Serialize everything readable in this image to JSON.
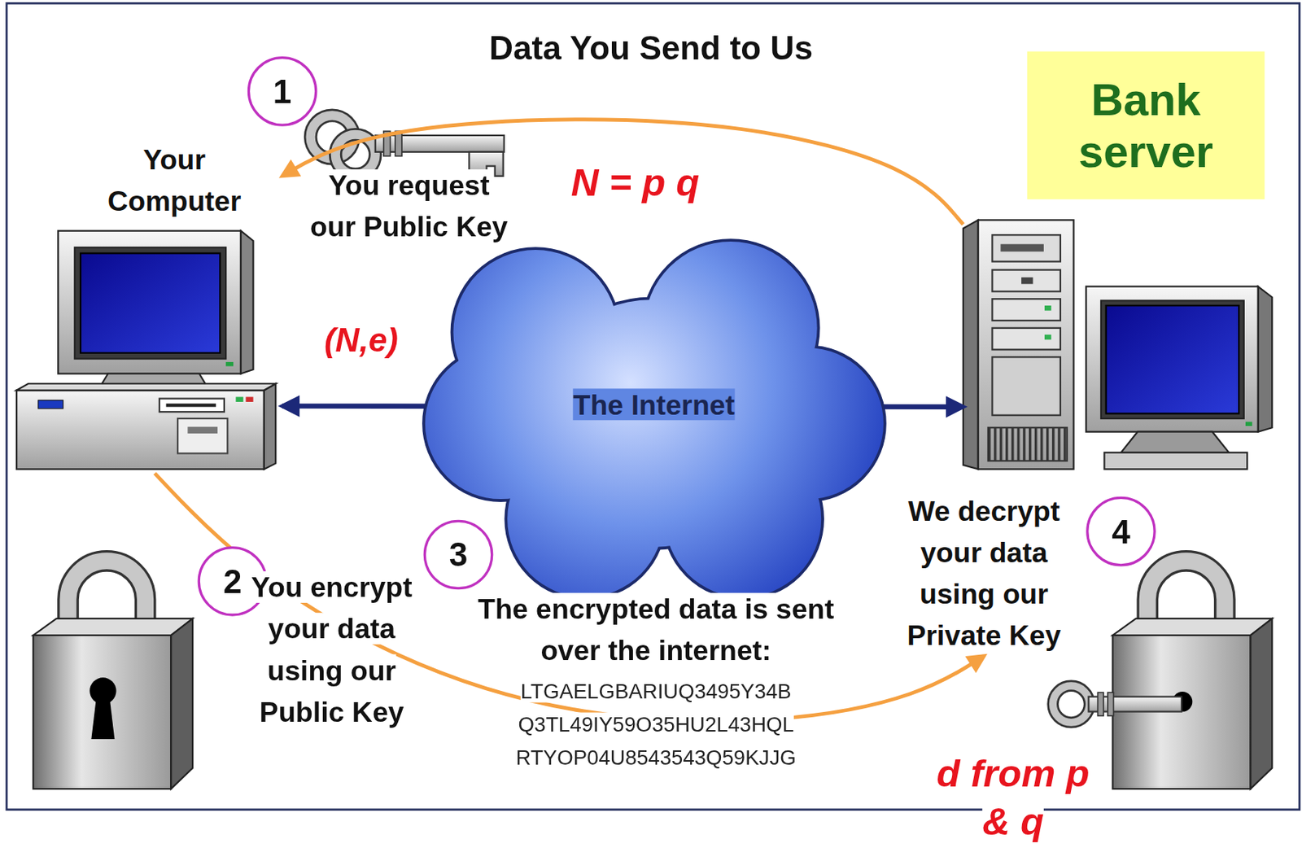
{
  "diagram": {
    "title": "Data You Send to Us",
    "nodes": [
      {
        "text": [
          "Your Computer"
        ]
      },
      {
        "text": [
          "The Internet"
        ]
      },
      {
        "text": [
          "Bank server",
          "We decrypt your data using our Private Key"
        ]
      }
    ],
    "edges": [
      {
        "from": 2,
        "to": 0,
        "arrow": "to"
      },
      {
        "from": 0,
        "to": 2,
        "arrow": "both"
      },
      {
        "from": 0,
        "to": 2,
        "arrow": "to"
      }
    ],
    "labels": [
      "1",
      "You request our Public Key",
      "N = p q",
      "(N,e)",
      "2",
      "You encrypt your data using our Public Key",
      "3",
      "The encrypted data is sent over the internet:",
      "LTGAELGBARIUQ3495Y34B",
      "Q3TL49IY59O35HU2L43HQL",
      "RTYOP04U8543543Q59KJJG",
      "4",
      "d from p & q"
    ]
  }
}
